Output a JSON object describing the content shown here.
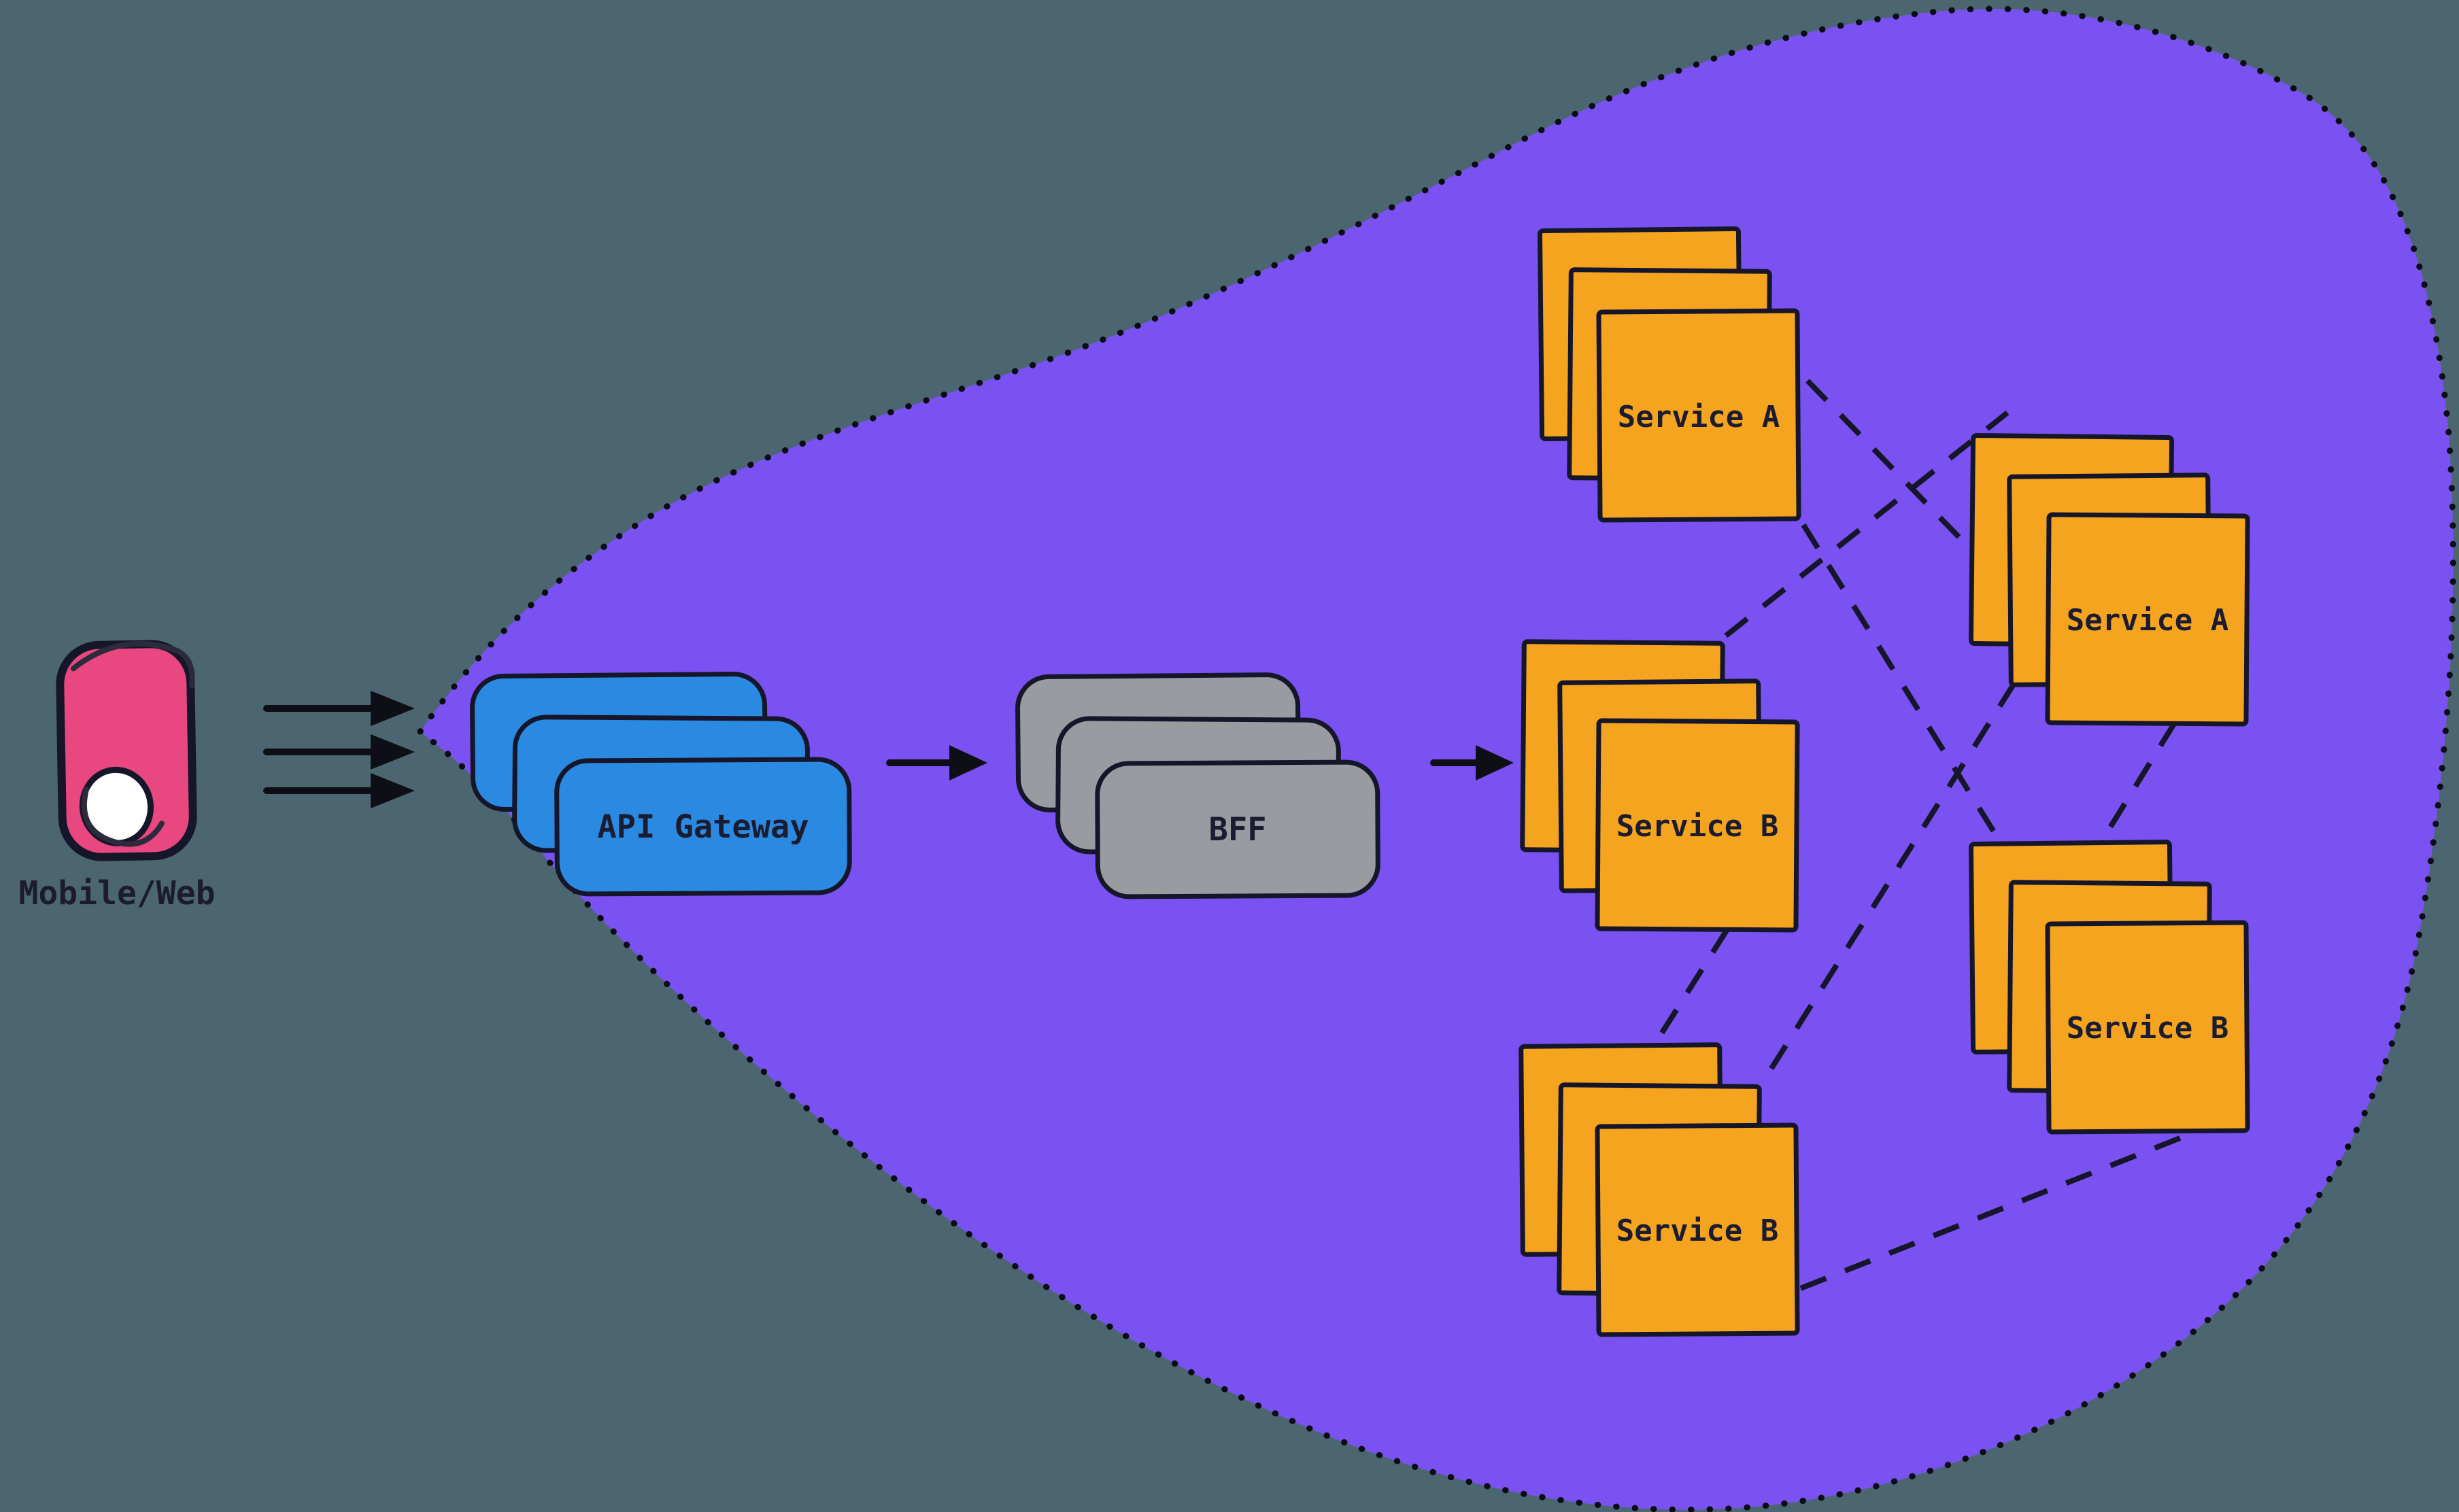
{
  "colors": {
    "outside_bg": "#4C6671",
    "blob_fill": "#7A52F2",
    "ink": "#16162A",
    "text_ink": "#1C1C30",
    "client_pink": "#E8487F",
    "gateway_blue": "#2A8AE2",
    "bff_gray": "#9A9BA1",
    "service_orange": "#F5A41F",
    "phone_button_white": "#FFFFFF"
  },
  "client": {
    "label": "Mobile/Web"
  },
  "gateway": {
    "label": "API Gateway",
    "instances": 3
  },
  "bff": {
    "label": "BFF",
    "instances": 3
  },
  "services": {
    "left": [
      {
        "label": "Service A",
        "instances": 3
      },
      {
        "label": "Service B",
        "instances": 3
      },
      {
        "label": "Service B",
        "instances": 3
      }
    ],
    "right": [
      {
        "label": "Service A",
        "instances": 3
      },
      {
        "label": "Service B",
        "instances": 3
      }
    ]
  },
  "connections": [
    {
      "from": "service-a-left",
      "to": "service-a-right",
      "style": "dashed"
    },
    {
      "from": "service-b-middle-left",
      "to": "service-a-right",
      "style": "dashed"
    },
    {
      "from": "service-a-left",
      "to": "service-b-right",
      "style": "dashed"
    },
    {
      "from": "service-a-right",
      "to": "service-b-bottom-left",
      "style": "dashed"
    },
    {
      "from": "service-b-middle-left",
      "to": "service-b-bottom-left",
      "style": "dashed"
    },
    {
      "from": "service-a-right",
      "to": "service-b-right",
      "style": "dashed"
    },
    {
      "from": "service-b-bottom-left",
      "to": "service-b-right",
      "style": "dashed"
    }
  ],
  "flows": [
    {
      "from": "client",
      "to": "gateway",
      "arrows": 3
    },
    {
      "from": "gateway",
      "to": "bff",
      "arrows": 1
    },
    {
      "from": "bff",
      "to": "services",
      "arrows": 1
    }
  ]
}
